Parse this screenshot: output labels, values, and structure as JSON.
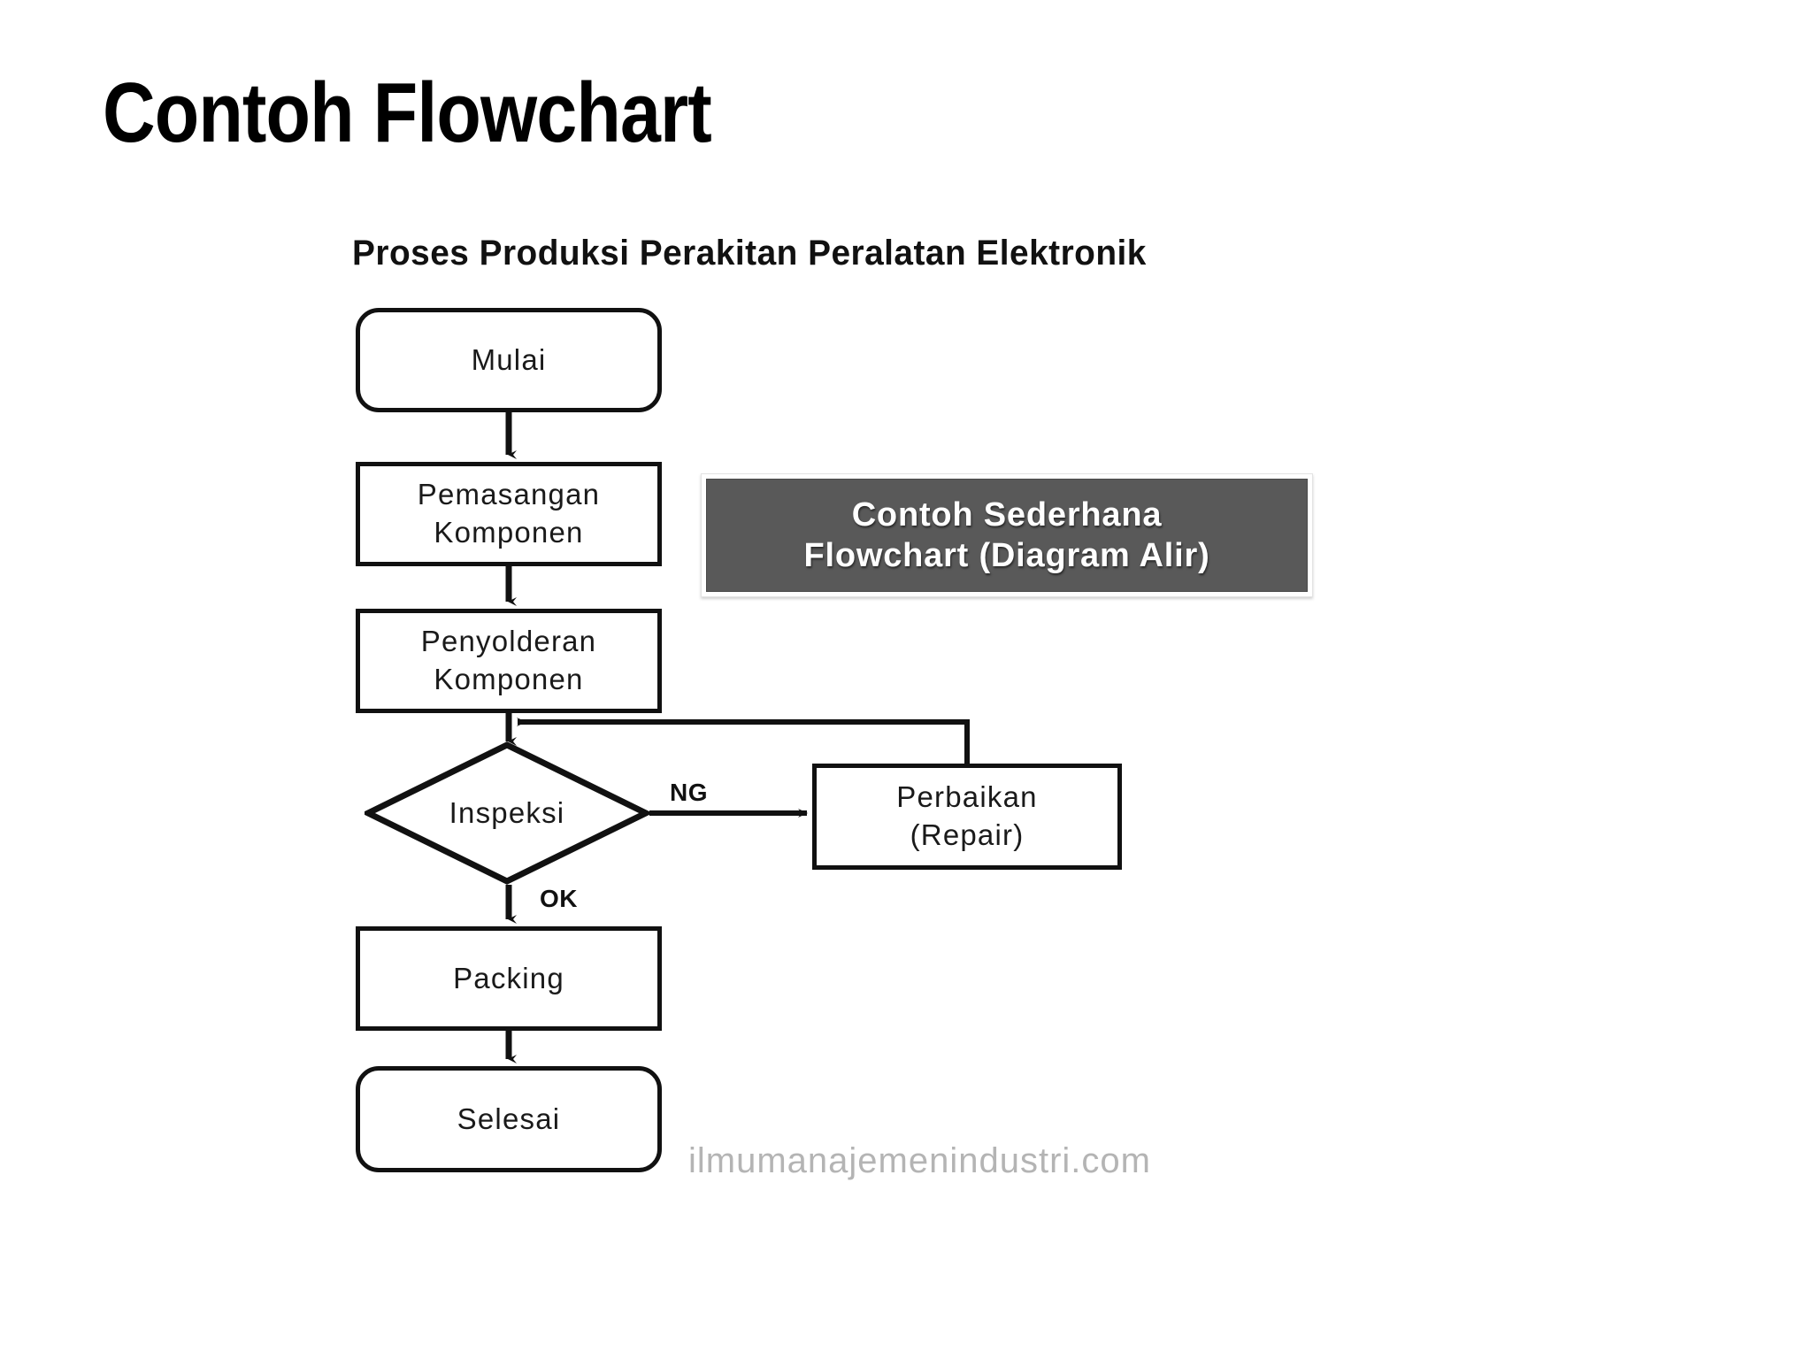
{
  "slide": {
    "title": "Contoh Flowchart",
    "background_color": "#ffffff"
  },
  "figure": {
    "heading": "Proses Produksi Perakitan Peralatan Elektronik",
    "watermark": "ilmumanajemenindustri.com",
    "line_color": "#111111",
    "text_color": "#1a1a1a"
  },
  "callout": {
    "text": "Contoh  Sederhana\nFlowchart (Diagram Alir)",
    "background_color": "#595959",
    "text_color": "#ffffff"
  },
  "chart_data": {
    "type": "diagram",
    "title": "Proses Produksi Perakitan Peralatan Elektronik",
    "nodes": [
      {
        "id": "mulai",
        "label": "Mulai",
        "shape": "terminator"
      },
      {
        "id": "pemasangan",
        "label": "Pemasangan\nKomponen",
        "shape": "process"
      },
      {
        "id": "penyolderan",
        "label": "Penyolderan\nKomponen",
        "shape": "process"
      },
      {
        "id": "inspeksi",
        "label": "Inspeksi",
        "shape": "decision"
      },
      {
        "id": "perbaikan",
        "label": "Perbaikan\n(Repair)",
        "shape": "process"
      },
      {
        "id": "packing",
        "label": "Packing",
        "shape": "process"
      },
      {
        "id": "selesai",
        "label": "Selesai",
        "shape": "terminator"
      }
    ],
    "edges": [
      {
        "from": "mulai",
        "to": "pemasangan",
        "label": ""
      },
      {
        "from": "pemasangan",
        "to": "penyolderan",
        "label": ""
      },
      {
        "from": "penyolderan",
        "to": "inspeksi",
        "label": ""
      },
      {
        "from": "inspeksi",
        "to": "perbaikan",
        "label": "NG"
      },
      {
        "from": "perbaikan",
        "to": "inspeksi",
        "label": ""
      },
      {
        "from": "inspeksi",
        "to": "packing",
        "label": "OK"
      },
      {
        "from": "packing",
        "to": "selesai",
        "label": ""
      }
    ],
    "edge_labels": {
      "ng": "NG",
      "ok": "OK"
    }
  }
}
